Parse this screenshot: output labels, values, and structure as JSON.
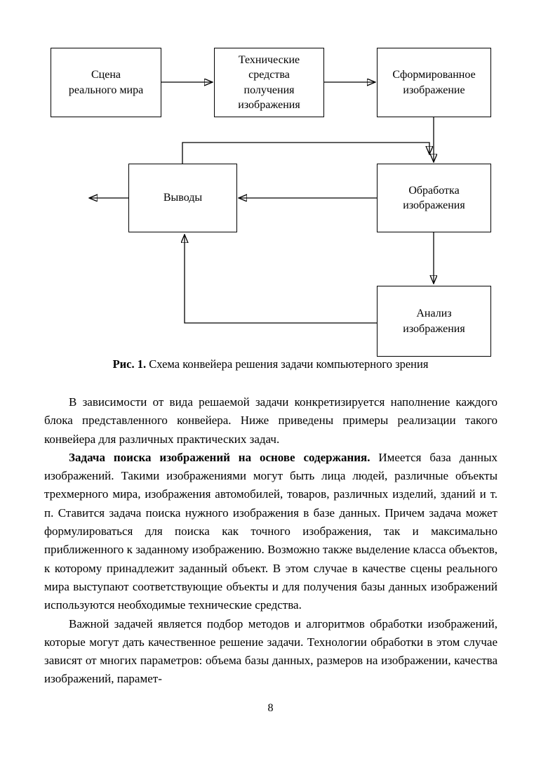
{
  "diagram": {
    "boxes": {
      "scene": "Сцена\nреального мира",
      "means": "Технические\nсредства\nполучения\nизображения",
      "formed": "Сформированное\nизображение",
      "conclusions": "Выводы",
      "processing": "Обработка\nизображения",
      "analysis": "Анализ\nизображения"
    },
    "line_color": "#000000"
  },
  "caption": {
    "label": "Рис. 1.",
    "text": " Схема конвейера решения задачи компьютерного зрения"
  },
  "body": {
    "p1": "В зависимости от вида решаемой задачи конкретизируется наполнение каждого блока представленного конвейера. Ниже приведены примеры реализации такого конвейера для различных практических задач.",
    "p2_lead": "Задача поиска изображений на основе содержания.",
    "p2_rest": " Имеется база данных изображений. Такими изображениями могут быть лица людей, различные объекты трехмерного мира, изображения автомобилей, товаров, различных изделий, зданий и т. п. Ставится задача поиска нужного изображения в базе данных. Причем задача может формулироваться для поиска как точного изображения, так и максимально приближенного к заданному изображению. Возможно также выделение класса объектов, к которому принадлежит заданный объект. В этом случае в качестве сцены реального мира выступают соответствующие объекты и для получения базы данных изображений используются необходимые технические средства.",
    "p3": "Важной задачей является подбор методов и алгоритмов обработки изображений, которые могут дать качественное решение задачи. Технологии обработки в этом случае зависят от многих параметров: объема базы данных, размеров на изображении, качества изображений, парамет-"
  },
  "footer": {
    "page_number": "8"
  }
}
